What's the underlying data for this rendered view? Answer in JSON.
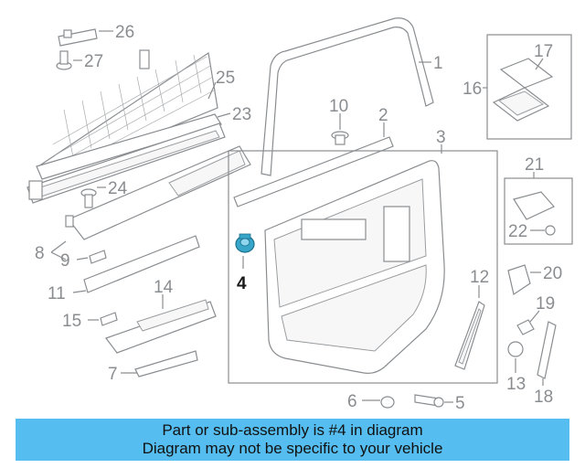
{
  "diagram": {
    "callouts": {
      "c1": "1",
      "c2": "2",
      "c3": "3",
      "c4": "4",
      "c5": "5",
      "c6": "6",
      "c7": "7",
      "c8": "8",
      "c9": "9",
      "c10": "10",
      "c11": "11",
      "c12": "12",
      "c13": "13",
      "c14": "14",
      "c15": "15",
      "c16": "16",
      "c17": "17",
      "c18": "18",
      "c19": "19",
      "c20": "20",
      "c21": "21",
      "c22": "22",
      "c23": "23",
      "c24": "24",
      "c25": "25",
      "c26": "26",
      "c27": "27"
    },
    "highlight_color": "#38a6c8",
    "line_color": "#8a8d90"
  },
  "banner": {
    "line1": "Part or sub-assembly is #4 in diagram",
    "line2": "Diagram may not be specific to your vehicle",
    "background": "#55bdf0"
  }
}
